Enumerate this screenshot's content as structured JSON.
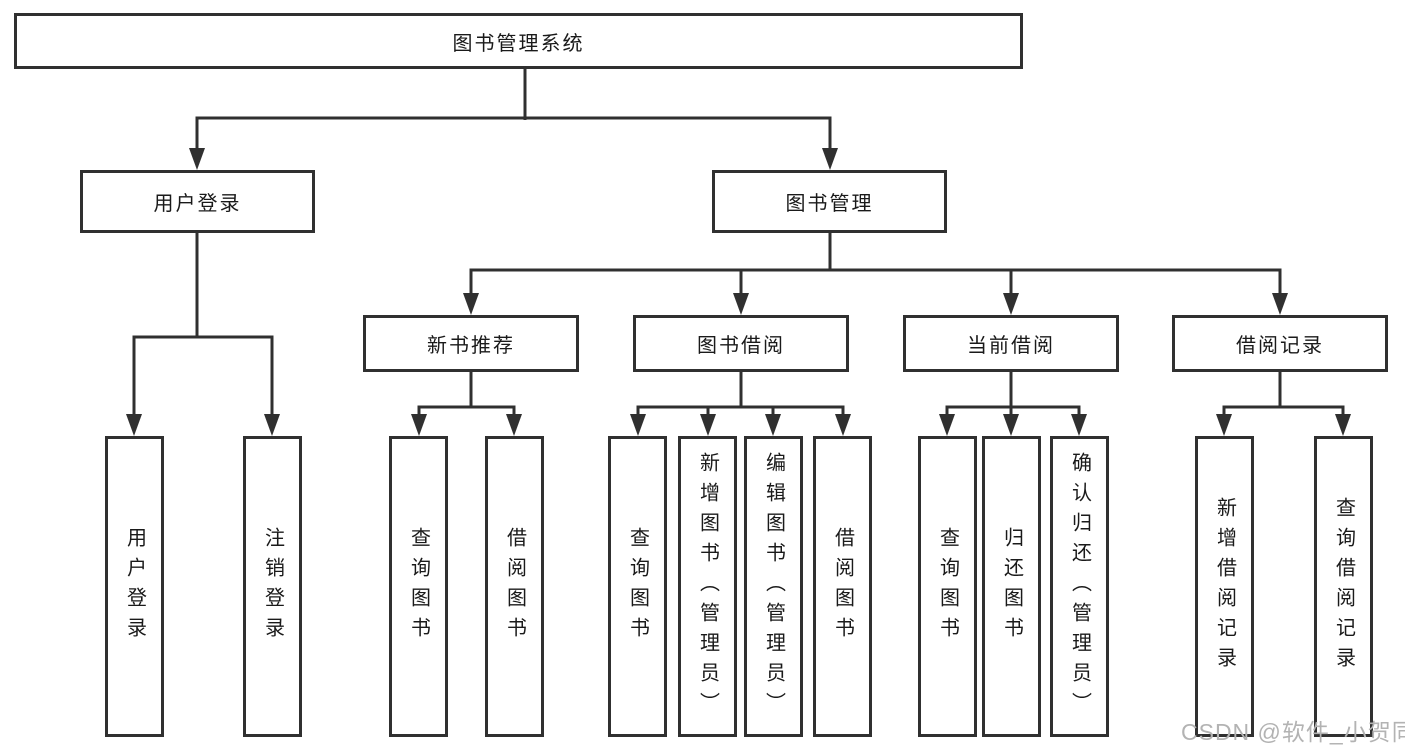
{
  "tree": {
    "root": "图书管理系统",
    "branches": [
      {
        "label": "用户登录",
        "children": [
          "用户登录",
          "注销登录"
        ]
      },
      {
        "label": "图书管理",
        "sections": [
          {
            "label": "新书推荐",
            "children": [
              "查询图书",
              "借阅图书"
            ]
          },
          {
            "label": "图书借阅",
            "children": [
              "查询图书",
              "新增图书（管理员）",
              "编辑图书（管理员）",
              "借阅图书"
            ]
          },
          {
            "label": "当前借阅",
            "children": [
              "查询图书",
              "归还图书",
              "确认归还（管理员）"
            ]
          },
          {
            "label": "借阅记录",
            "children": [
              "新增借阅记录",
              "查询借阅记录"
            ]
          }
        ]
      }
    ]
  },
  "watermark": {
    "text": "CSDN @软件_小贺同学"
  },
  "colors": {
    "line": "#303030",
    "box_border": "#303030",
    "box_fill": "#ffffff",
    "text": "#1a1a1a",
    "watermark": "#b3b3b3"
  }
}
